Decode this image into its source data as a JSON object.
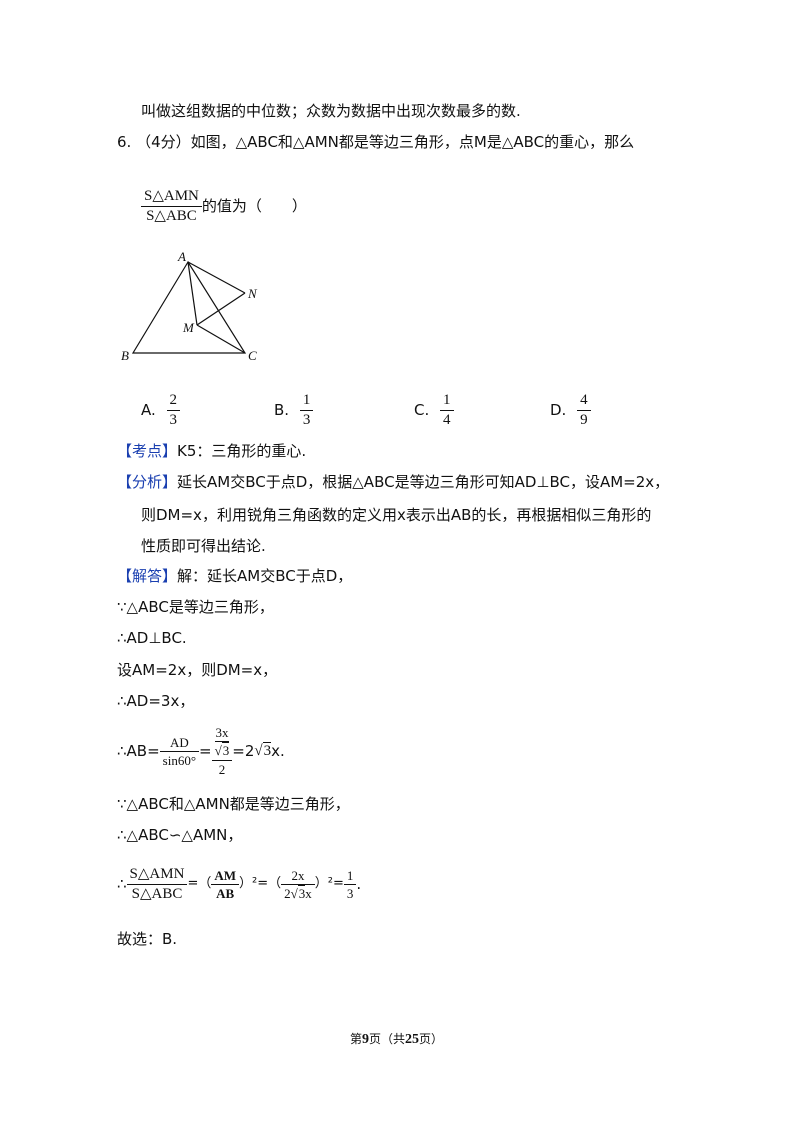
{
  "intro_line": "叫做这组数据的中位数；众数为数据中出现次数最多的数.",
  "question": {
    "number": "6.",
    "stem": "（4分）如图，△ABC和△AMN都是等边三角形，点M是△ABC的重心，那么",
    "ratio_num": "S△AMN",
    "ratio_den": "S△ABC",
    "ratio_suffix": "的值为（　　）"
  },
  "figure": {
    "labels": {
      "A": "A",
      "B": "B",
      "C": "C",
      "M": "M",
      "N": "N"
    }
  },
  "options": [
    {
      "letter": "A.",
      "num": "2",
      "den": "3"
    },
    {
      "letter": "B.",
      "num": "1",
      "den": "3"
    },
    {
      "letter": "C.",
      "num": "1",
      "den": "4"
    },
    {
      "letter": "D.",
      "num": "4",
      "den": "9"
    }
  ],
  "kaodian": {
    "tag": "【考点】",
    "text": "K5：三角形的重心."
  },
  "fenxi": {
    "tag": "【分析】",
    "line1": "延长AM交BC于点D，根据△ABC是等边三角形可知AD⊥BC，设AM=2x，",
    "line2": "则DM=x，利用锐角三角函数的定义用x表示出AB的长，再根据相似三角形的",
    "line3": "性质即可得出结论."
  },
  "jieda": {
    "tag": "【解答】",
    "line1": "解：延长AM交BC于点D，",
    "line2": "∵△ABC是等边三角形，",
    "line3": "∴AD⊥BC.",
    "line4": "设AM=2x，则DM=x，",
    "line5": "∴AD=3x，",
    "ab_prefix": "∴AB=",
    "ab_num": "AD",
    "ab_den": "sin60°",
    "ab_eq": "=",
    "ab_inner_num": "3x",
    "ab_inner_den": "2",
    "ab_result": "=2",
    "ab_result_tail": "x.",
    "line7": "∵△ABC和△AMN都是等边三角形，",
    "line8": "∴△ABC∽△AMN，",
    "final_prefix": "∴",
    "final_eq1": "=（",
    "final_am": "AM",
    "final_ab": "AB",
    "final_sq1": "）²=（",
    "final_2x": "2x",
    "final_den_a": "2",
    "final_den_b": "x",
    "final_sq2": "）²=",
    "final_1": "1",
    "final_3": "3",
    "final_dot": ".",
    "choice": "故选：B."
  },
  "footer": {
    "pre": "第",
    "page": "9",
    "mid": "页（共",
    "total": "25",
    "post": "页）"
  }
}
